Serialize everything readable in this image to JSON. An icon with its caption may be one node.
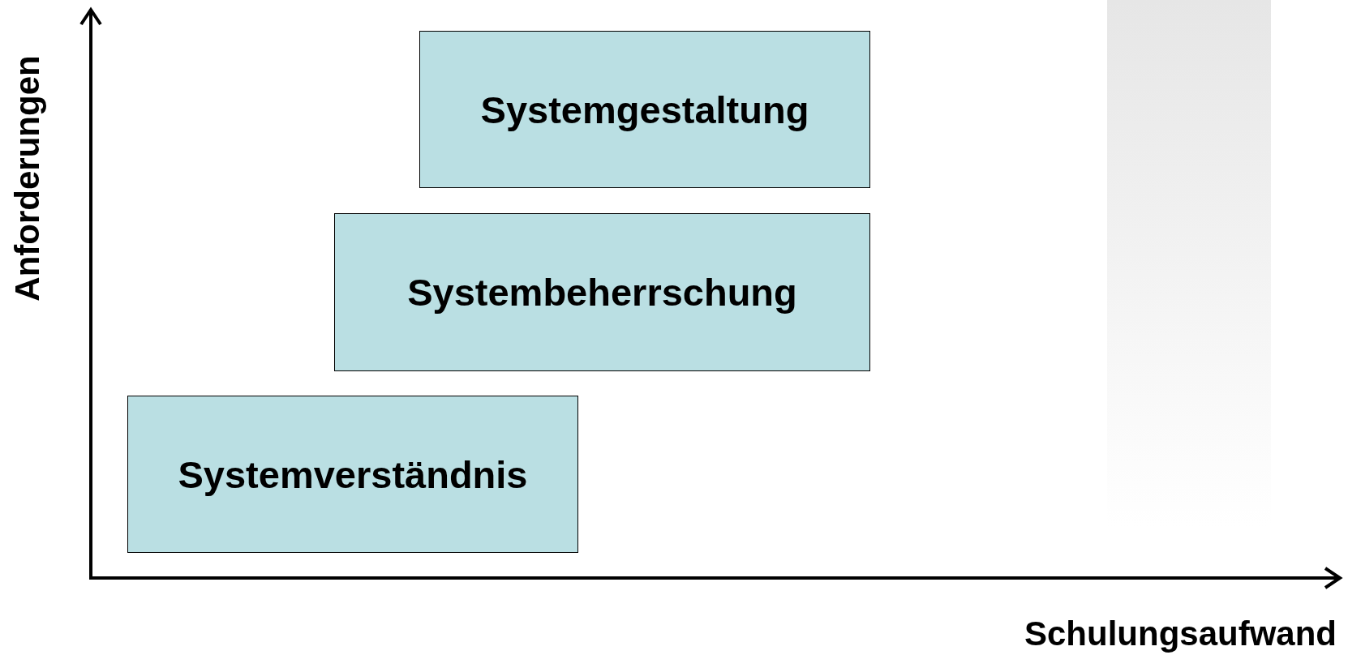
{
  "diagram": {
    "nodes": [
      {
        "text": [
          "Systemgestaltung"
        ]
      },
      {
        "text": [
          "Systembeherrschung"
        ]
      },
      {
        "text": [
          "Systemverständnis"
        ]
      },
      {
        "text": [],
        "shape": "bar"
      }
    ],
    "labels": [
      "Anforderungen",
      "Schulungsaufwand"
    ]
  }
}
